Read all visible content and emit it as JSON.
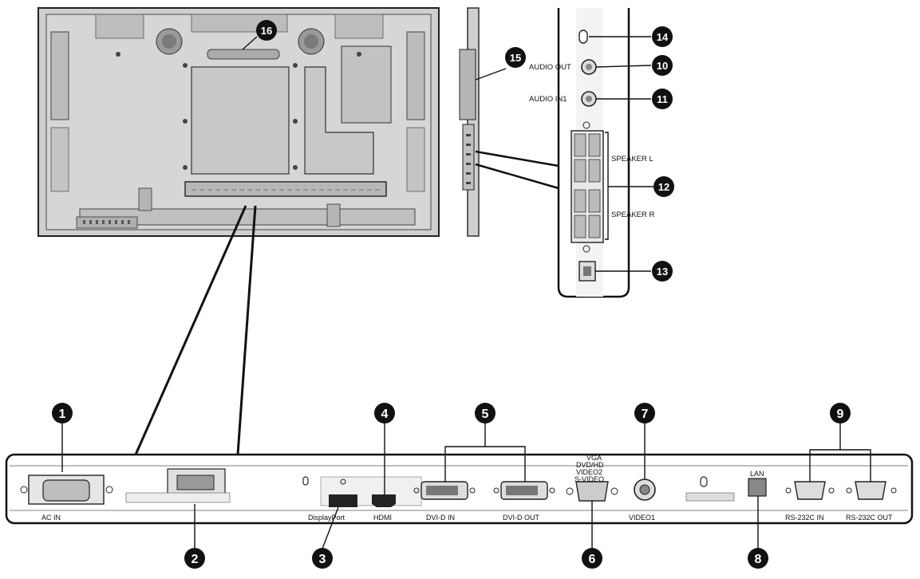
{
  "rear_panel_labels": {
    "ac_in": "AC IN",
    "displayport": "DisplayPort",
    "hdmi": "HDMI",
    "dvi_in": "DVI-D IN",
    "dvi_out": "DVI-D OUT",
    "vga_line1": "VGA",
    "vga_line2": "DVD/HD",
    "vga_line3": "VIDEO2",
    "vga_line4": "S-VIDEO",
    "video1": "VIDEO1",
    "lan": "LAN",
    "rs232_in": "RS-232C IN",
    "rs232_out": "RS-232C OUT"
  },
  "side_panel_labels": {
    "audio_out": "AUDIO OUT",
    "audio_in1": "AUDIO IN1",
    "speaker_l": "SPEAKER L",
    "speaker_r": "SPEAKER R"
  },
  "callouts": {
    "c1": "1",
    "c2": "2",
    "c3": "3",
    "c4": "4",
    "c5": "5",
    "c6": "6",
    "c7": "7",
    "c8": "8",
    "c9": "9",
    "c10": "10",
    "c11": "11",
    "c12": "12",
    "c13": "13",
    "c14": "14",
    "c15": "15",
    "c16": "16"
  }
}
